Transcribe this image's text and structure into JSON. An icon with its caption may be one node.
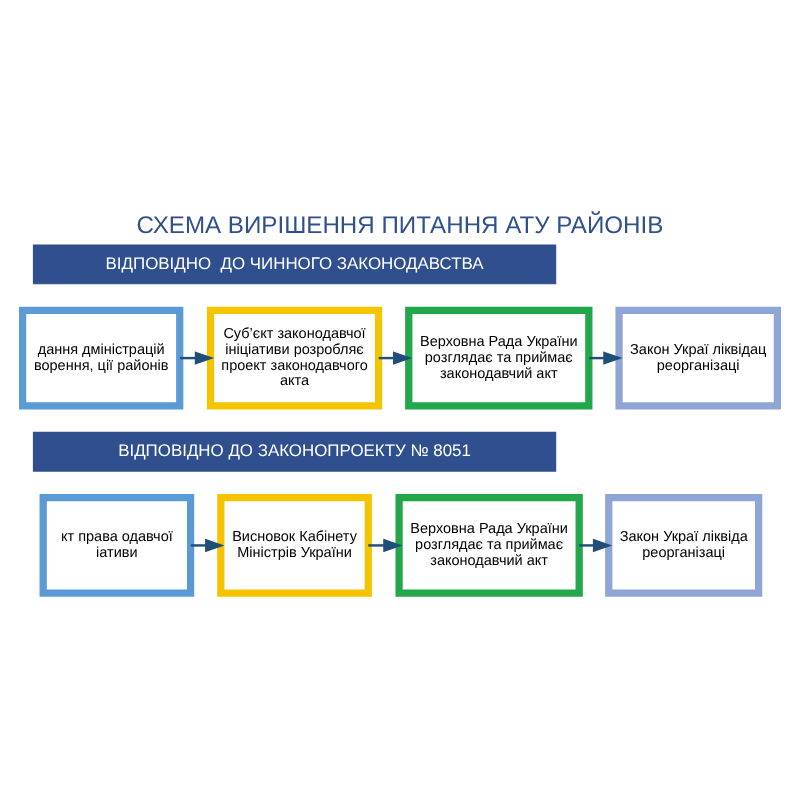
{
  "diagram": {
    "title": "СХЕМА ВИРІШЕННЯ ПИТАННЯ АТУ РАЙОНІВ",
    "nodes": [
      {
        "text": [
          "ВІДПОВІДНО  ДО ЧИННОГО ЗАКОНОДАВСТВА"
        ]
      },
      {
        "text": [
          "дання дміністрацій ворення, ції районів"
        ]
      },
      {
        "text": [
          "Суб’єкт законодавчої ініціативи розробляє проект законодавчого акта"
        ]
      },
      {
        "text": [
          "Верховна Рада України розглядає та приймає законодавчий акт"
        ]
      },
      {
        "text": [
          "Закон Украї ліквідац реорганізаці"
        ]
      },
      {
        "text": [
          "ВІДПОВІДНО ДО ЗАКОНОПРОЕКТУ № 8051"
        ]
      },
      {
        "text": [
          "кт права одавчої іативи"
        ]
      },
      {
        "text": [
          "Висновок Кабінету Міністрів України"
        ]
      },
      {
        "text": [
          "Верховна Рада України розглядає та приймає законодавчий акт"
        ]
      },
      {
        "text": [
          "Закон Украї ліквіда реорганізаці"
        ]
      }
    ],
    "edges": [
      {
        "from": 1,
        "to": 2,
        "arrow": "to"
      },
      {
        "from": 2,
        "to": 3,
        "arrow": "to"
      },
      {
        "from": 3,
        "to": 4,
        "arrow": "to"
      },
      {
        "from": 6,
        "to": 7,
        "arrow": "to"
      },
      {
        "from": 7,
        "to": 8,
        "arrow": "to"
      },
      {
        "from": 8,
        "to": 9,
        "arrow": "to"
      }
    ]
  }
}
